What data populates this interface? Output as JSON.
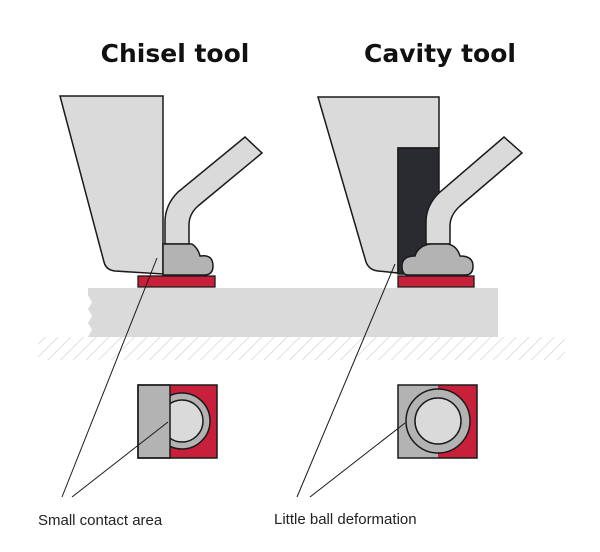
{
  "titles": {
    "left": "Chisel tool",
    "right": "Cavity tool"
  },
  "labels": {
    "left": "Small contact area",
    "right": "Little ball deformation"
  },
  "colors": {
    "tool": "#dadada",
    "ball": "#b3b3b3",
    "pad": "#c8203a",
    "insert": "#2a2b30",
    "outline": "#1a1a1a"
  }
}
